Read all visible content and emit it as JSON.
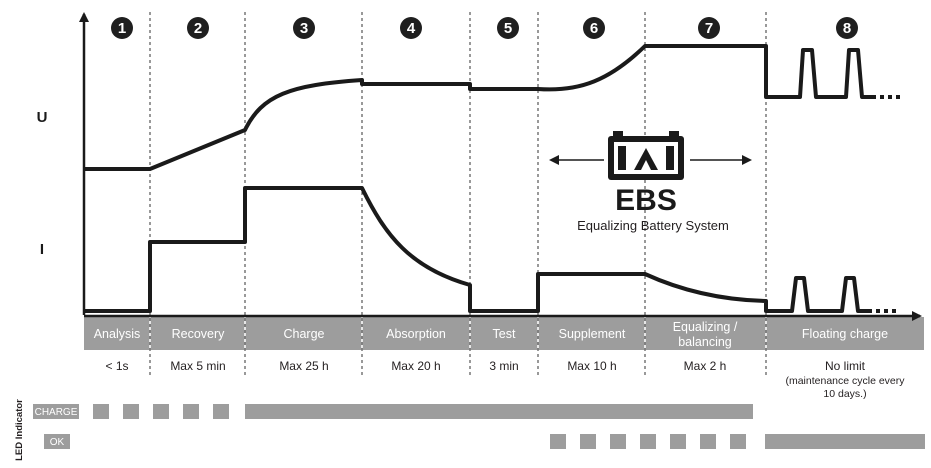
{
  "axes": {
    "voltage_label": "U",
    "current_label": "I"
  },
  "phases": [
    {
      "number": "1",
      "name": "Analysis",
      "duration": "< 1s"
    },
    {
      "number": "2",
      "name": "Recovery",
      "duration": "Max 5 min"
    },
    {
      "number": "3",
      "name": "Charge",
      "duration": "Max 25 h"
    },
    {
      "number": "4",
      "name": "Absorption",
      "duration": "Max 20 h"
    },
    {
      "number": "5",
      "name": "Test",
      "duration": "3 min"
    },
    {
      "number": "6",
      "name": "Supplement",
      "duration": "Max 10 h"
    },
    {
      "number": "7",
      "name_line1": "Equalizing /",
      "name_line2": "balancing",
      "duration": "Max 2 h"
    },
    {
      "number": "8",
      "name": "Floating charge",
      "duration": "No limit",
      "duration_note_line1": "(maintenance cycle every",
      "duration_note_line2": "10 days.)"
    }
  ],
  "ebs": {
    "title": "EBS",
    "subtitle": "Equalizing Battery System",
    "icon": "battery-equalizing-icon"
  },
  "led_indicator": {
    "title": "LED Indicator",
    "charge_label": "CHARGE",
    "ok_label": "OK"
  },
  "colors": {
    "curve": "#1a1a1a",
    "band": "#9d9d9d",
    "badge": "#1f1f1f"
  }
}
